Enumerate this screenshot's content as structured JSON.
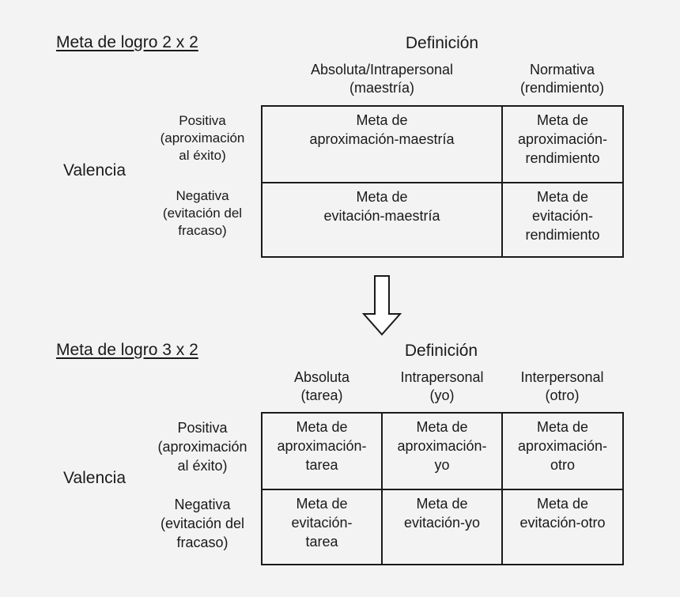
{
  "top": {
    "title": "Meta de logro 2 x 2",
    "definition": "Definición",
    "columns": [
      "Absoluta/Intrapersonal\n(maestría)",
      "Normativa\n(rendimiento)"
    ],
    "rows": [
      "Positiva\n(aproximación\nal éxito)",
      "Negativa\n(evitación del\nfracaso)"
    ],
    "valence": "Valencia",
    "cells": [
      [
        "Meta de\naproximación-maestría",
        "Meta de\naproximación-\nrendimiento"
      ],
      [
        "Meta de\nevitación-maestría",
        "Meta de\nevitación-\nrendimiento"
      ]
    ]
  },
  "arrow_icon": "down-arrow-icon",
  "bottom": {
    "title": "Meta de logro 3 x 2",
    "definition": "Definición",
    "columns": [
      "Absoluta\n(tarea)",
      "Intrapersonal\n(yo)",
      "Interpersonal\n(otro)"
    ],
    "rows": [
      "Positiva\n(aproximación\nal éxito)",
      "Negativa\n(evitación del\nfracaso)"
    ],
    "valence": "Valencia",
    "cells": [
      [
        "Meta de\naproximación-\ntarea",
        "Meta de\naproximación-\nyo",
        "Meta de\naproximación-\notro"
      ],
      [
        "Meta de\nevitación-\ntarea",
        "Meta de\nevitación-yo",
        "Meta de\nevitación-otro"
      ]
    ]
  }
}
